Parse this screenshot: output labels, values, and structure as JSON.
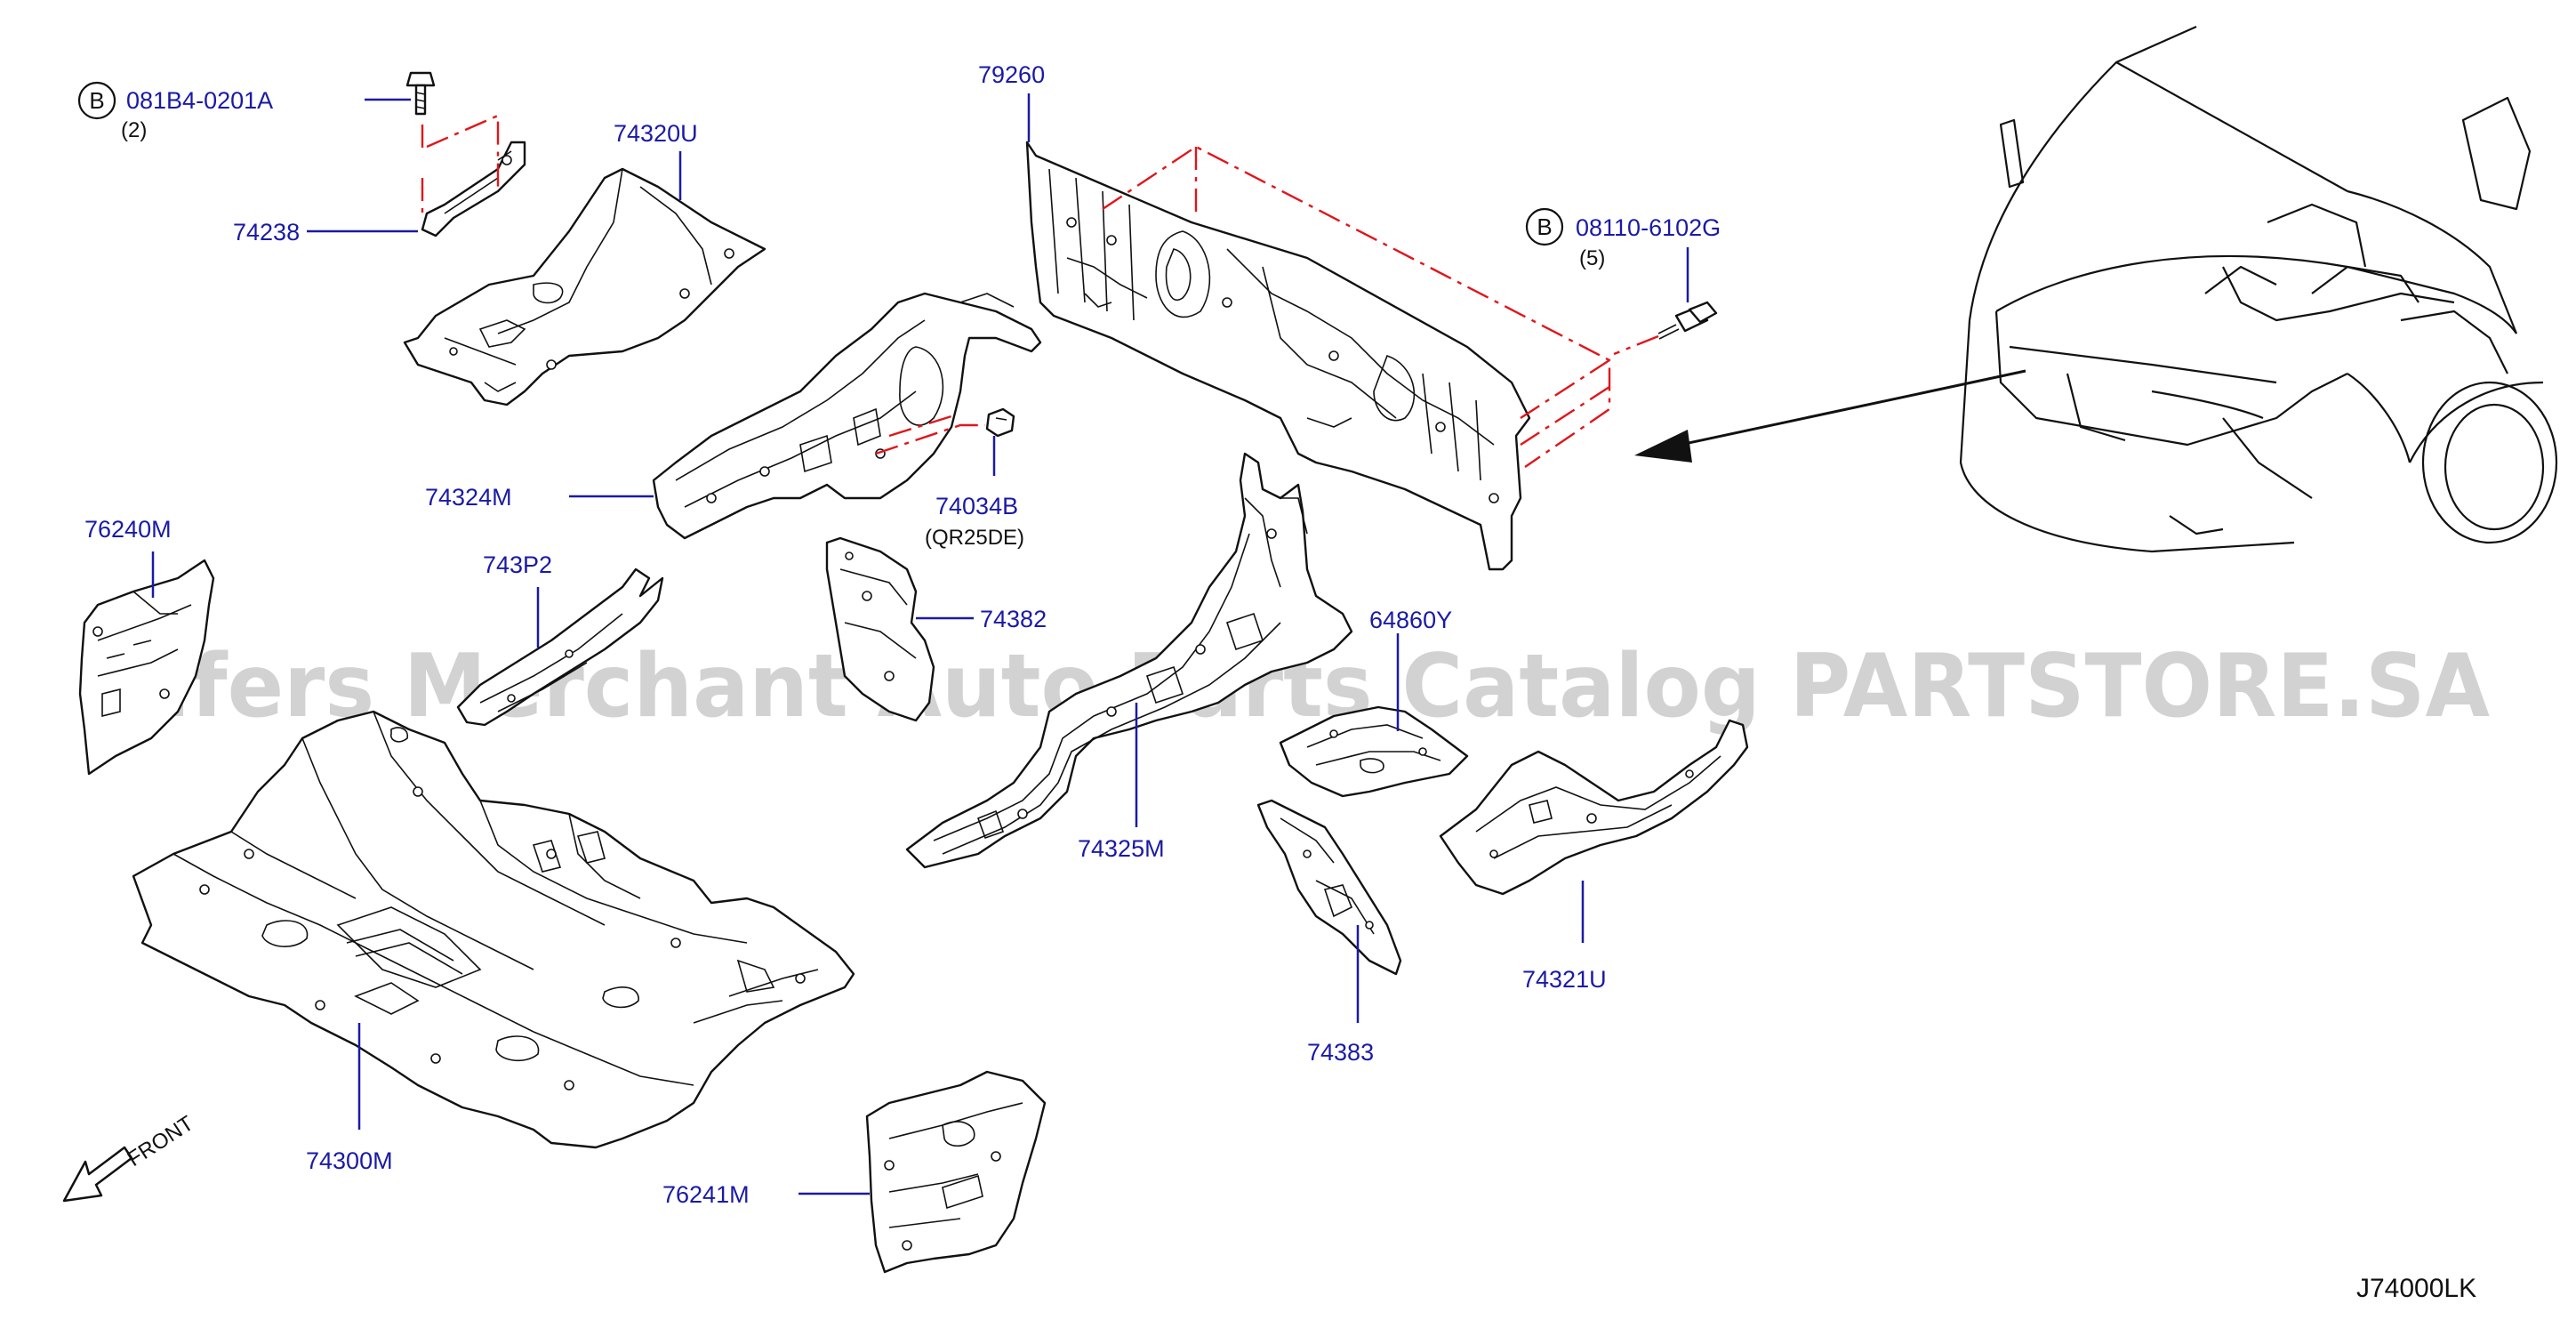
{
  "diagram": {
    "watermark": "Offers Merchant Auto Parts Catalog PARTSTORE.SA",
    "drawing_code": "J74000LK",
    "front_label": "FRONT",
    "badge_letter": "B",
    "parts": [
      {
        "id": "081B4-0201A",
        "qty": "(2)"
      },
      {
        "id": "74238"
      },
      {
        "id": "74320U"
      },
      {
        "id": "79260"
      },
      {
        "id": "08110-6102G",
        "qty": "(5)"
      },
      {
        "id": "74324M"
      },
      {
        "id": "74034B",
        "note": "(QR25DE)"
      },
      {
        "id": "76240M"
      },
      {
        "id": "743P2"
      },
      {
        "id": "74382"
      },
      {
        "id": "64860Y"
      },
      {
        "id": "74325M"
      },
      {
        "id": "74321U"
      },
      {
        "id": "74383"
      },
      {
        "id": "74300M"
      },
      {
        "id": "76241M"
      }
    ]
  }
}
